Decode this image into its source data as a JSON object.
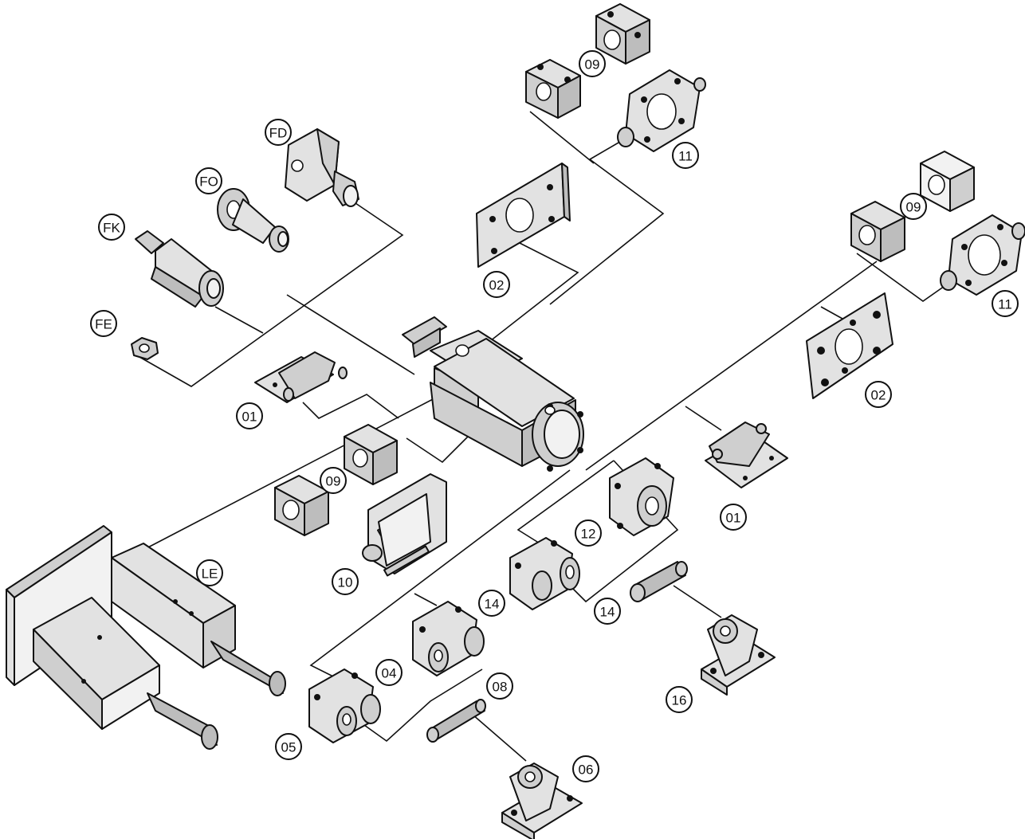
{
  "diagram": {
    "labels": [
      {
        "id": "fd",
        "text": "FD"
      },
      {
        "id": "fo",
        "text": "FO"
      },
      {
        "id": "fk",
        "text": "FK"
      },
      {
        "id": "fe",
        "text": "FE"
      },
      {
        "id": "09-top",
        "text": "09"
      },
      {
        "id": "11-top",
        "text": "11"
      },
      {
        "id": "02-top",
        "text": "02"
      },
      {
        "id": "09-right",
        "text": "09"
      },
      {
        "id": "11-right",
        "text": "11"
      },
      {
        "id": "02-right",
        "text": "02"
      },
      {
        "id": "01-left",
        "text": "01"
      },
      {
        "id": "09-mid",
        "text": "09"
      },
      {
        "id": "10",
        "text": "10"
      },
      {
        "id": "le",
        "text": "LE"
      },
      {
        "id": "01-right",
        "text": "01"
      },
      {
        "id": "12",
        "text": "12"
      },
      {
        "id": "14-a",
        "text": "14"
      },
      {
        "id": "14-b",
        "text": "14"
      },
      {
        "id": "04",
        "text": "04"
      },
      {
        "id": "08",
        "text": "08"
      },
      {
        "id": "05",
        "text": "05"
      },
      {
        "id": "06",
        "text": "06"
      },
      {
        "id": "16",
        "text": "16"
      }
    ]
  }
}
